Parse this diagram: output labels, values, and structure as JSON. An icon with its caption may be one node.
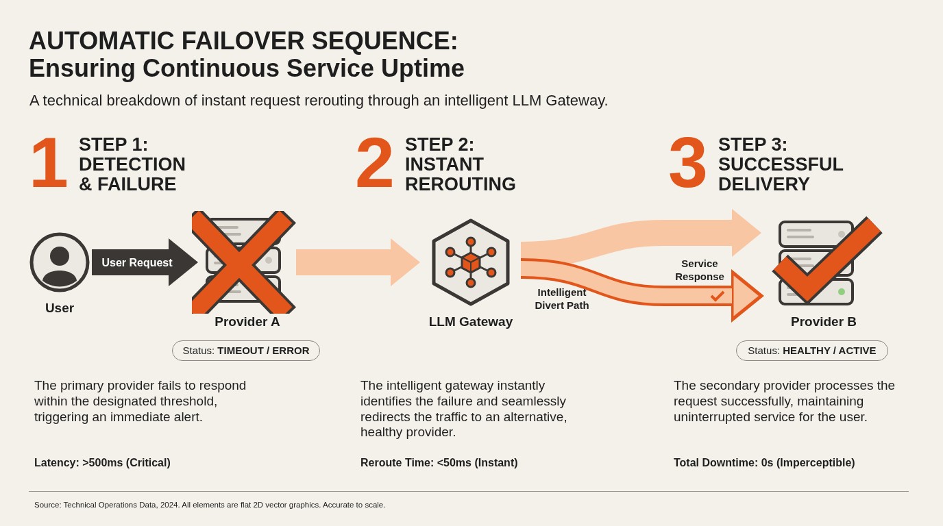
{
  "diagram": {
    "title": "AUTOMATIC FAILOVER SEQUENCE: Ensuring Continuous Service Uptime",
    "caption": "Source: Technical Operations Data, 2024. All elements are flat 2D vector graphics. Accurate to scale.",
    "nodes": [
      {
        "text": [
          "User"
        ]
      },
      {
        "text": [
          "Provider A"
        ]
      },
      {
        "text": [
          "LLM Gateway"
        ]
      },
      {
        "text": [
          "Provider B"
        ]
      },
      {
        "text": [
          "Status: **TIMEOUT / ERROR**"
        ]
      },
      {
        "text": [
          "Status: **HEALTHY / ACTIVE**"
        ]
      }
    ],
    "edges": [
      {
        "from": 0,
        "to": 1,
        "arrow": "to",
        "label": "User Request",
        "color": "#3b3734"
      },
      {
        "from": 1,
        "to": 2,
        "arrow": "to",
        "color": "#f9c6a4"
      },
      {
        "from": 2,
        "to": 3,
        "arrow": "to",
        "color": "#f9c6a4"
      },
      {
        "from": 2,
        "to": 3,
        "arrow": "to",
        "label": "Intelligent Divert Path",
        "color": "#e2561b"
      }
    ],
    "labels": [
      "A technical breakdown of instant request rerouting through an intelligent LLM Gateway.",
      "1",
      "STEP 1: DETECTION & FAILURE",
      "2",
      "STEP 2: INSTANT REROUTING",
      "3",
      "STEP 3: SUCCESSFUL DELIVERY",
      "Service Response",
      "The primary provider fails to respond within the designated threshold, triggering an immediate alert.",
      "The intelligent gateway instantly identifies the failure and seamlessly redirects the traffic to an alternative, healthy provider.",
      "The secondary provider processes the request successfully, maintaining uninterrupted service for the user.",
      "Latency: >500ms (Critical)",
      "Reroute Time: <50ms (Instant)",
      "Total Downtime: 0s (Imperceptible)"
    ]
  }
}
